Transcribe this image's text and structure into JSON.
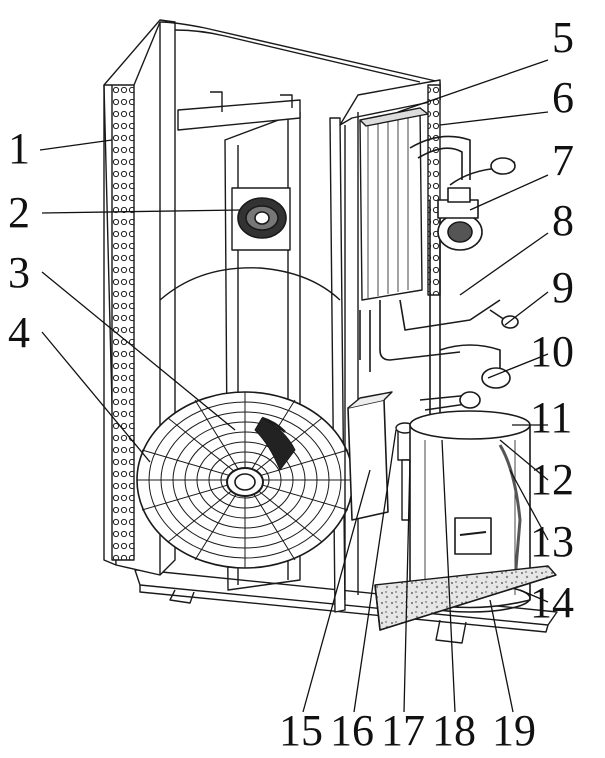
{
  "diagram": {
    "labels": {
      "n1": "1",
      "n2": "2",
      "n3": "3",
      "n4": "4",
      "n5": "5",
      "n6": "6",
      "n7": "7",
      "n8": "8",
      "n9": "9",
      "n10": "10",
      "n11": "11",
      "n12": "12",
      "n13": "13",
      "n14": "14",
      "n15": "15",
      "n16": "16",
      "n17": "17",
      "n18": "18",
      "n19": "19"
    }
  }
}
